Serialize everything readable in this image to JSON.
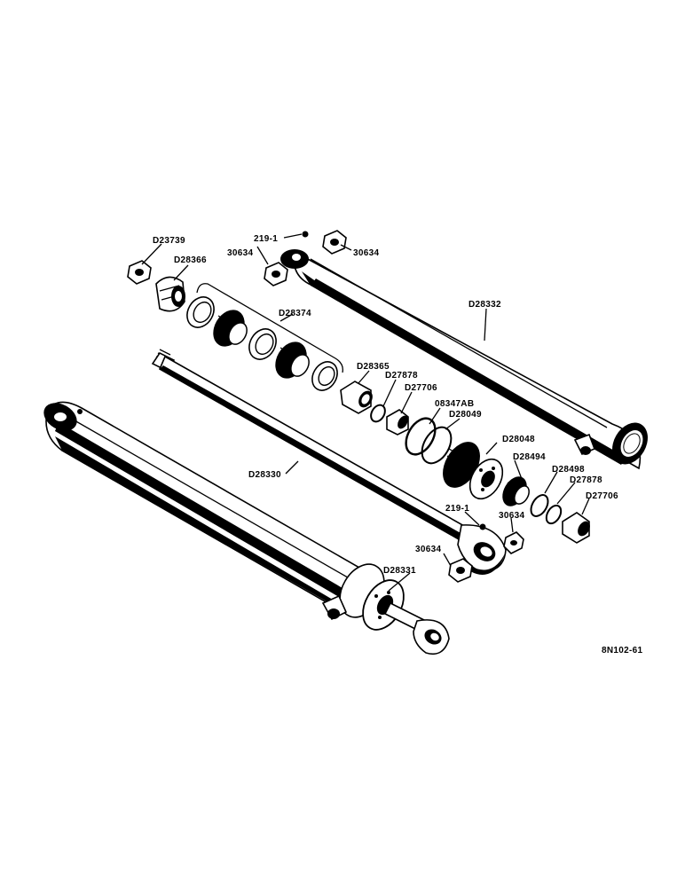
{
  "drawing_number": "8N102-61",
  "labels": {
    "D23739": "D23739",
    "D28366": "D28366",
    "L30634_left": "30634",
    "L219_top": "219-1",
    "L30634_top": "30634",
    "D28332": "D28332",
    "D28374": "D28374",
    "D28365": "D28365",
    "D27878_a": "D27878",
    "D27706_a": "D27706",
    "L08347AB": "08347AB",
    "D28049": "D28049",
    "D28048": "D28048",
    "D28494": "D28494",
    "D28498": "D28498",
    "D27878_b": "D27878",
    "D27706_b": "D27706",
    "D28330": "D28330",
    "L219_bottom": "219-1",
    "L30634_mid": "30634",
    "L30634_bottom": "30634",
    "D28331": "D28331"
  }
}
